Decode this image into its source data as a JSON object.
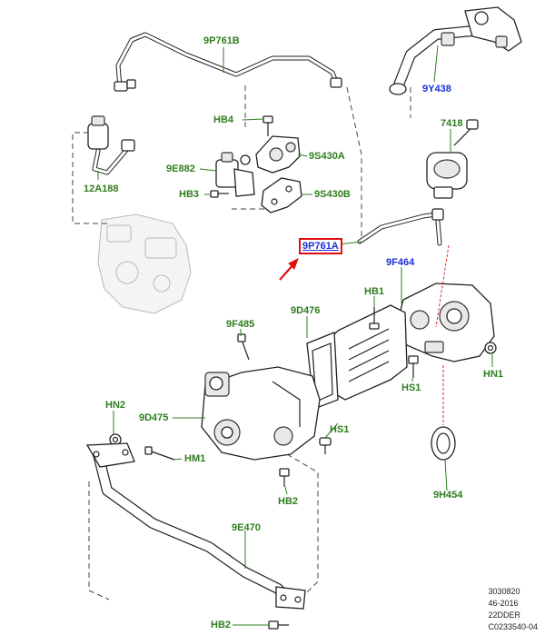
{
  "labels": {
    "9P761B": "9P761B",
    "9Y438": "9Y438",
    "HB4": "HB4",
    "12A188": "12A188",
    "9E882": "9E882",
    "9S430A": "9S430A",
    "HB3": "HB3",
    "9S430B": "9S430B",
    "7418": "7418",
    "9P761A": "9P761A",
    "9F464": "9F464",
    "HB1": "HB1",
    "9D476": "9D476",
    "9F485": "9F485",
    "HN1": "HN1",
    "HS1a": "HS1",
    "HN2": "HN2",
    "9D475": "9D475",
    "HS1b": "HS1",
    "HM1": "HM1",
    "HB2a": "HB2",
    "9H454": "9H454",
    "9E470": "9E470",
    "HB2b": "HB2"
  },
  "footer": {
    "line1": "3030820",
    "line2": "46-2016",
    "line3": "22DDER",
    "line4": "C0233540-04"
  },
  "colors": {
    "label_green": "#2e7d1e",
    "label_blue": "#1a2fd6",
    "highlight_red": "#e01010"
  }
}
